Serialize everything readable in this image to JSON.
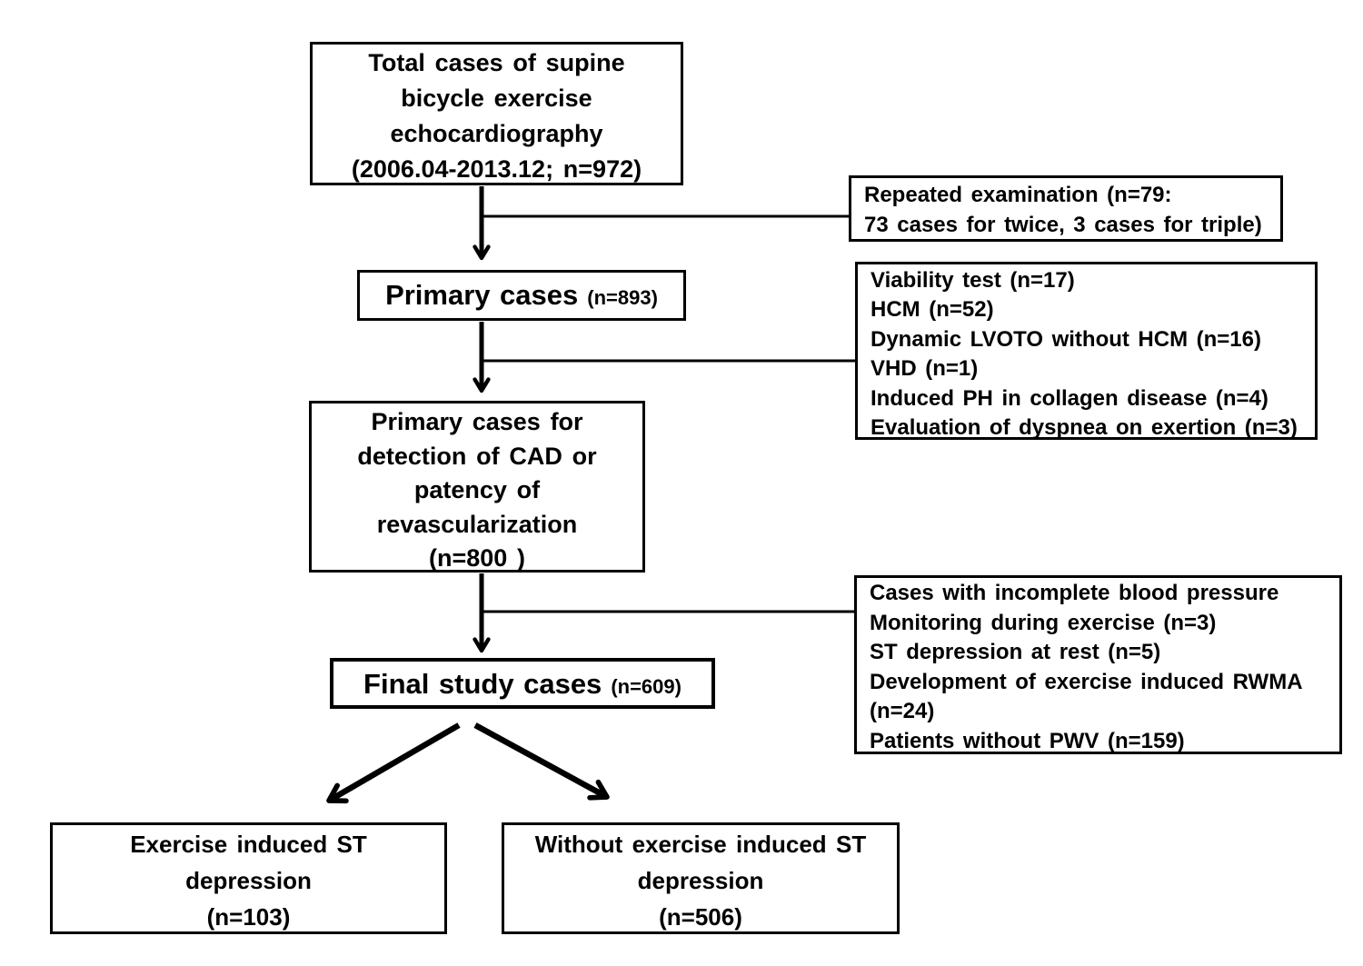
{
  "canvas": {
    "background": "#ffffff",
    "ink": "#000000"
  },
  "flowchart": {
    "nodes": {
      "total": {
        "lines": [
          "Total cases of supine",
          "bicycle exercise",
          "echocardiography",
          "(2006.04-2013.12; n=972)"
        ]
      },
      "repeated": {
        "lines": [
          "Repeated examination (n=79:",
          "73 cases for twice, 3 cases for triple)"
        ]
      },
      "primary": {
        "label": "Primary cases",
        "count": "(n=893)"
      },
      "exclusions1": {
        "lines": [
          "Viability test (n=17)",
          "HCM (n=52)",
          "Dynamic LVOTO without HCM (n=16)",
          "VHD (n=1)",
          "Induced PH in collagen disease (n=4)",
          "Evaluation of dyspnea on exertion (n=3)"
        ]
      },
      "cad": {
        "lines": [
          "Primary cases for",
          "detection of CAD or",
          "patency of",
          "revascularization",
          "(n=800 )"
        ]
      },
      "exclusions2": {
        "lines": [
          "Cases with incomplete blood pressure",
          "Monitoring during exercise (n=3)",
          "ST depression at rest (n=5)",
          "Development of exercise induced RWMA",
          "(n=24)",
          "Patients without PWV (n=159)"
        ]
      },
      "final": {
        "label": "Final study cases",
        "count": "(n=609)"
      },
      "st_depression": {
        "lines": [
          "Exercise induced ST",
          "depression",
          "(n=103)"
        ]
      },
      "no_st_depression": {
        "lines": [
          "Without exercise induced ST",
          "depression",
          "(n=506)"
        ]
      }
    }
  }
}
